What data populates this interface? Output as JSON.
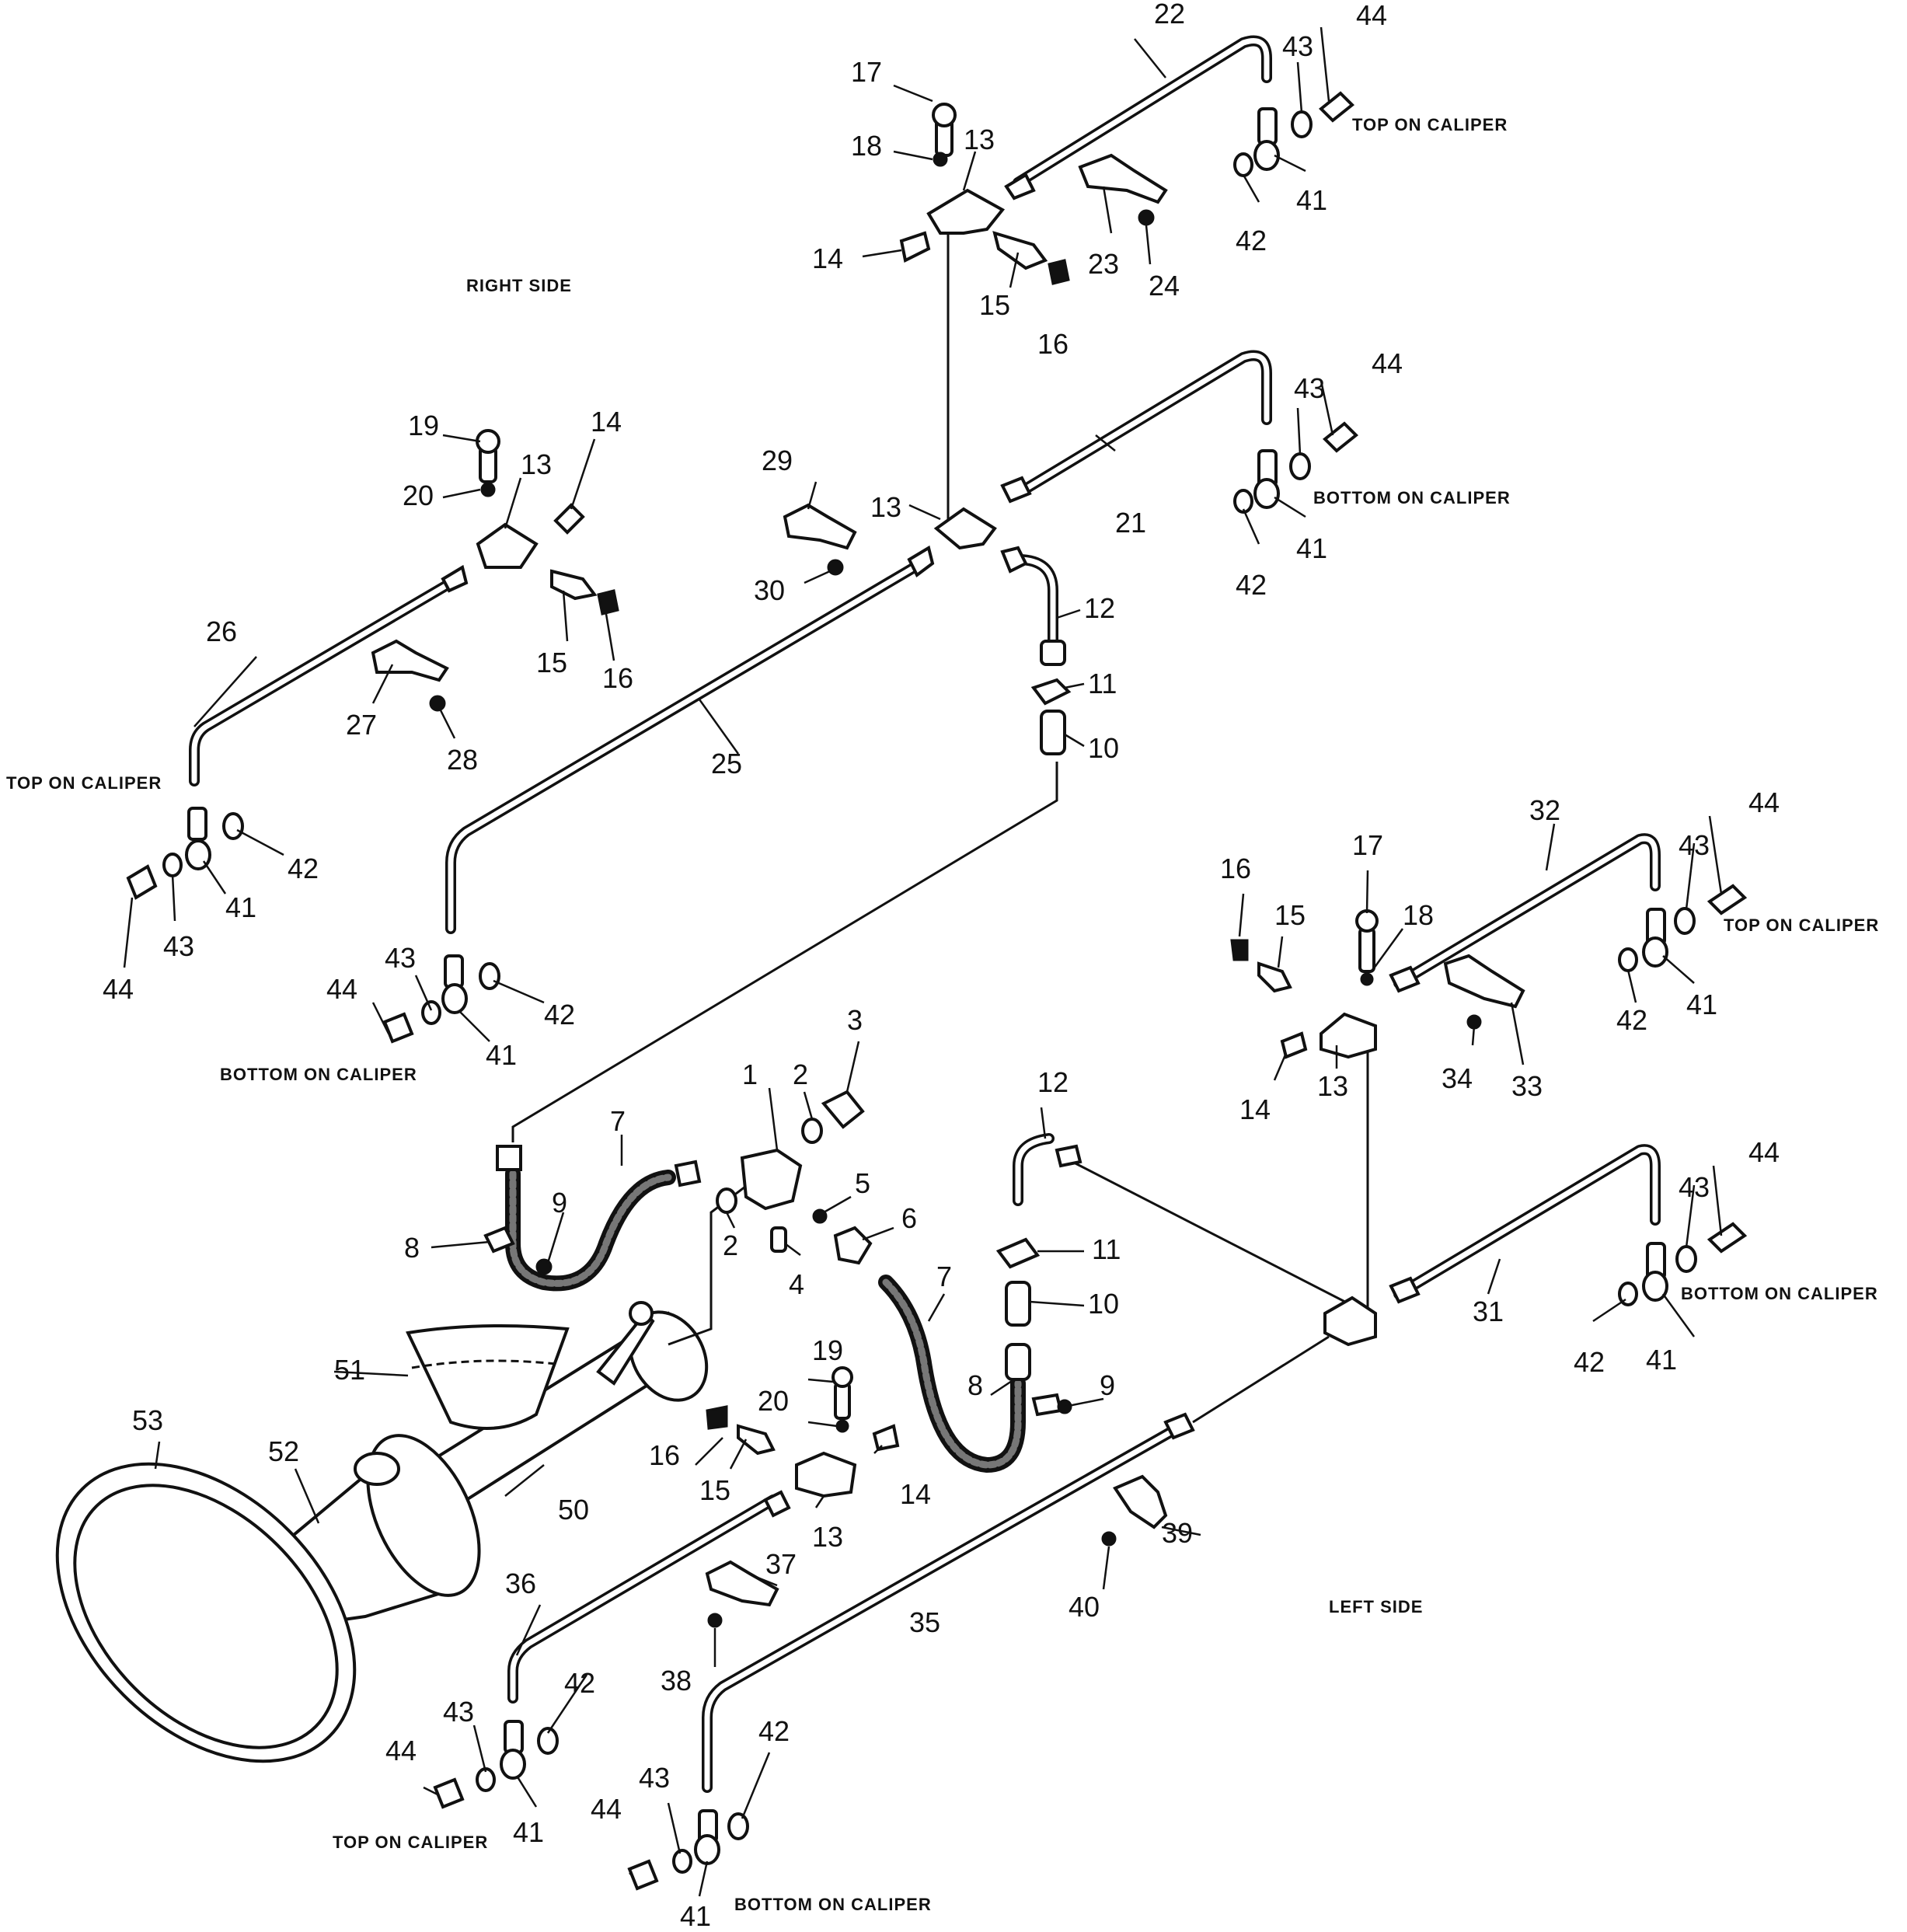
{
  "side_labels": {
    "right": "RIGHT SIDE",
    "left": "LEFT SIDE"
  },
  "caliper_labels": {
    "top": "TOP ON CALIPER",
    "bottom": "BOTTOM ON CALIPER",
    "bottom_alt": "BOTTOM ON CALIPER"
  },
  "callouts": {
    "n1": "1",
    "n2": "2",
    "n3": "3",
    "n4": "4",
    "n5": "5",
    "n6": "6",
    "n7": "7",
    "n8": "8",
    "n9": "9",
    "n10": "10",
    "n11": "11",
    "n12": "12",
    "n13": "13",
    "n14": "14",
    "n15": "15",
    "n16": "16",
    "n17": "17",
    "n18": "18",
    "n19": "19",
    "n20": "20",
    "n21": "21",
    "n22": "22",
    "n23": "23",
    "n24": "24",
    "n25": "25",
    "n26": "26",
    "n27": "27",
    "n28": "28",
    "n29": "29",
    "n30": "30",
    "n31": "31",
    "n32": "32",
    "n33": "33",
    "n34": "34",
    "n35": "35",
    "n36": "36",
    "n37": "37",
    "n38": "38",
    "n39": "39",
    "n40": "40",
    "n41": "41",
    "n42": "42",
    "n43": "43",
    "n44": "44",
    "n50": "50",
    "n51": "51",
    "n52": "52",
    "n53": "53"
  }
}
